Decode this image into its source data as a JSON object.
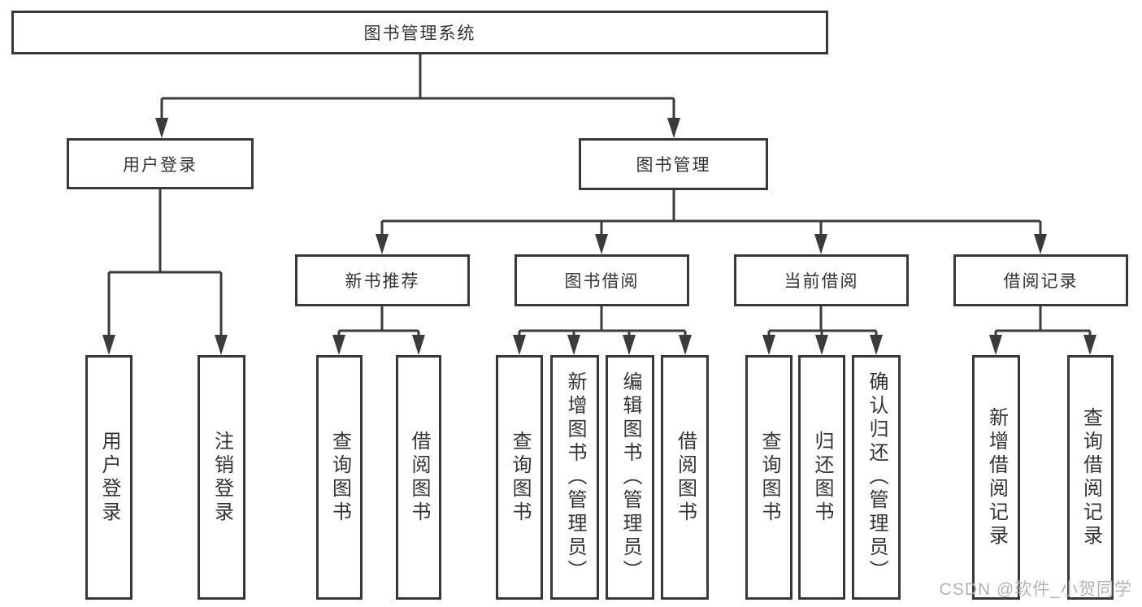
{
  "tree": {
    "label": "图书管理系统",
    "children": [
      {
        "label": "用户登录",
        "children": [
          {
            "label": "用户登录"
          },
          {
            "label": "注销登录"
          }
        ]
      },
      {
        "label": "图书管理",
        "children": [
          {
            "label": "新书推荐",
            "children": [
              {
                "label": "查询图书"
              },
              {
                "label": "借阅图书"
              }
            ]
          },
          {
            "label": "图书借阅",
            "children": [
              {
                "label": "查询图书"
              },
              {
                "label": "新增图书（管理员）"
              },
              {
                "label": "编辑图书（管理员）"
              },
              {
                "label": "借阅图书"
              }
            ]
          },
          {
            "label": "当前借阅",
            "children": [
              {
                "label": "查询图书"
              },
              {
                "label": "归还图书"
              },
              {
                "label": "确认归还（管理员）"
              }
            ]
          },
          {
            "label": "借阅记录",
            "children": [
              {
                "label": "新增借阅记录"
              },
              {
                "label": "查询借阅记录"
              }
            ]
          }
        ]
      }
    ]
  },
  "watermark": "CSDN @软件_小贺同学",
  "colors": {
    "line": "#3b3b3b",
    "box_border": "#383838",
    "text": "#333333",
    "watermark": "#b3b3b3",
    "background": "#ffffff"
  }
}
